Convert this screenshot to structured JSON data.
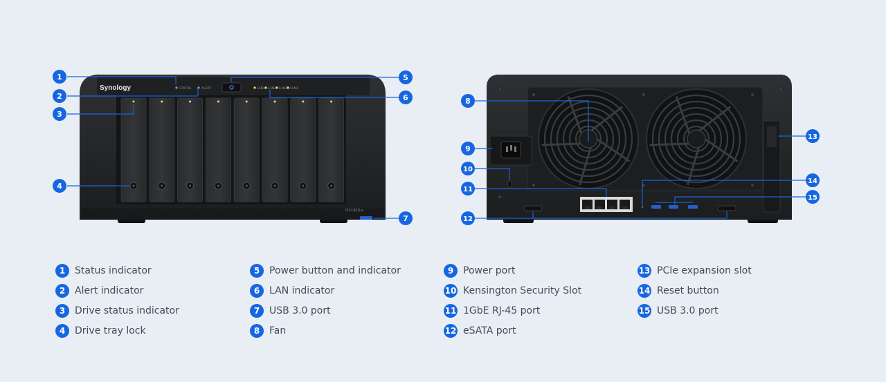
{
  "front_panel": {
    "brand": "Synology",
    "model": "DS1819+",
    "indicator_labels": {
      "status": "STATUS",
      "alert": "ALERT",
      "lan": [
        "LAN1",
        "LAN2",
        "LAN3",
        "LAN4"
      ]
    },
    "drive_bays": 8
  },
  "callouts": [
    {
      "num": "1",
      "label": "Status indicator"
    },
    {
      "num": "2",
      "label": "Alert indicator"
    },
    {
      "num": "3",
      "label": "Drive status indicator"
    },
    {
      "num": "4",
      "label": "Drive tray lock"
    },
    {
      "num": "5",
      "label": "Power button and indicator"
    },
    {
      "num": "6",
      "label": "LAN indicator"
    },
    {
      "num": "7",
      "label": "USB 3.0 port"
    },
    {
      "num": "8",
      "label": "Fan"
    },
    {
      "num": "9",
      "label": "Power port"
    },
    {
      "num": "10",
      "label": "Kensington Security Slot"
    },
    {
      "num": "11",
      "label": "1GbE RJ-45 port"
    },
    {
      "num": "12",
      "label": "eSATA port"
    },
    {
      "num": "13",
      "label": "PCIe expansion slot"
    },
    {
      "num": "14",
      "label": "Reset button"
    },
    {
      "num": "15",
      "label": "USB 3.0 port"
    }
  ],
  "colors": {
    "accent": "#1566e0",
    "background": "#e9eef5",
    "chassis": "#222426",
    "led": "#e8e060"
  }
}
